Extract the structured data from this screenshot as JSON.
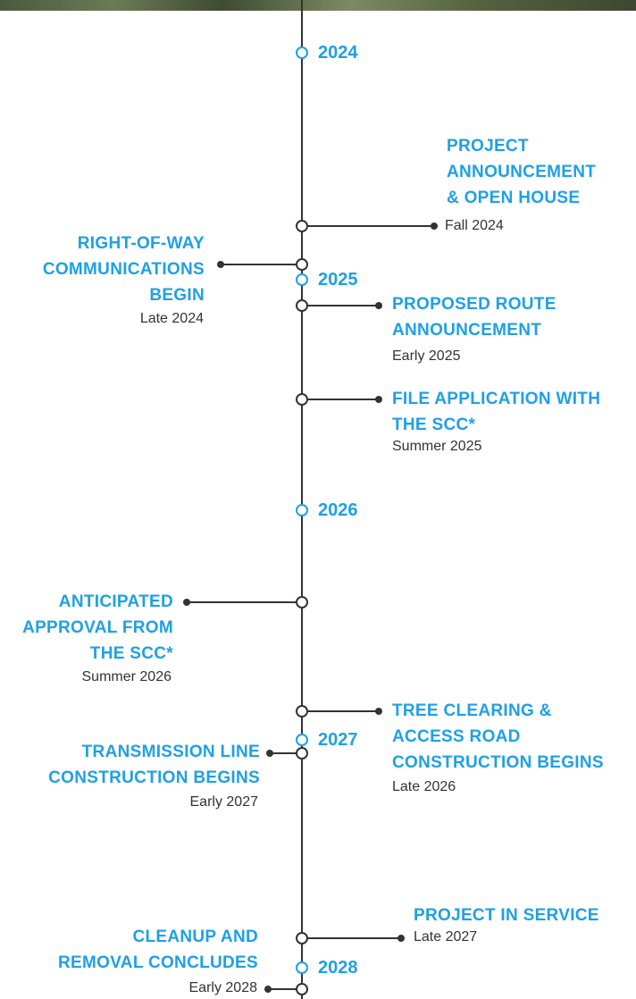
{
  "colors": {
    "accent": "#1ea0e6",
    "line": "#333333",
    "text": "#333333"
  },
  "years": [
    "2024",
    "2025",
    "2026",
    "2027",
    "2028"
  ],
  "milestones": [
    {
      "title": "PROJECT\nANNOUNCEMENT\n& OPEN HOUSE",
      "date": "Fall 2024"
    },
    {
      "title": "RIGHT-OF-WAY\nCOMMUNICATIONS\nBEGIN",
      "date": "Late 2024"
    },
    {
      "title": "PROPOSED ROUTE\nANNOUNCEMENT",
      "date": "Early 2025"
    },
    {
      "title": "FILE APPLICATION WITH\nTHE SCC*",
      "date": "Summer 2025"
    },
    {
      "title": "ANTICIPATED\nAPPROVAL FROM\nTHE SCC*",
      "date": "Summer 2026"
    },
    {
      "title": "TREE CLEARING &\nACCESS ROAD\nCONSTRUCTION BEGINS",
      "date": "Late 2026"
    },
    {
      "title": "TRANSMISSION LINE\nCONSTRUCTION BEGINS",
      "date": "Early 2027"
    },
    {
      "title": "PROJECT IN SERVICE",
      "date": "Late 2027"
    },
    {
      "title": "CLEANUP AND\nREMOVAL CONCLUDES",
      "date": "Early 2028"
    }
  ]
}
